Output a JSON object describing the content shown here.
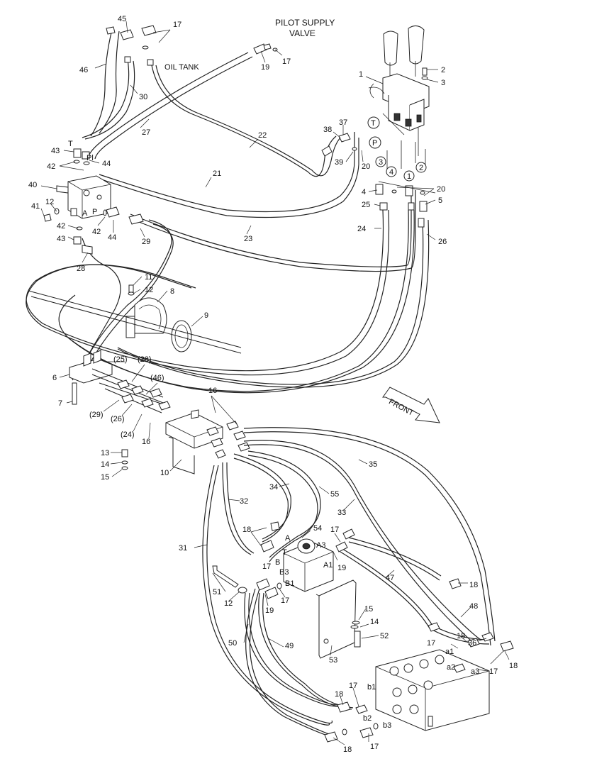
{
  "title": {
    "line1": "PILOT SUPPLY",
    "line2": "VALVE"
  },
  "oil_tank": "OIL TANK",
  "front": "FRONT",
  "callouts": [
    {
      "id": "c45",
      "text": "45"
    },
    {
      "id": "c17a",
      "text": "17"
    },
    {
      "id": "c46",
      "text": "46"
    },
    {
      "id": "c30",
      "text": "30"
    },
    {
      "id": "c19a",
      "text": "19"
    },
    {
      "id": "c17b",
      "text": "17"
    },
    {
      "id": "c1",
      "text": "1"
    },
    {
      "id": "c2",
      "text": "2"
    },
    {
      "id": "c3",
      "text": "3"
    },
    {
      "id": "c27",
      "text": "27"
    },
    {
      "id": "c22",
      "text": "22"
    },
    {
      "id": "c37",
      "text": "37"
    },
    {
      "id": "c38",
      "text": "38"
    },
    {
      "id": "c39",
      "text": "39"
    },
    {
      "id": "c20a",
      "text": "20"
    },
    {
      "id": "c43a",
      "text": "43"
    },
    {
      "id": "c42a",
      "text": "42"
    },
    {
      "id": "c44a",
      "text": "44"
    },
    {
      "id": "c21",
      "text": "21"
    },
    {
      "id": "c40",
      "text": "40"
    },
    {
      "id": "c41",
      "text": "41"
    },
    {
      "id": "c12a",
      "text": "12"
    },
    {
      "id": "c42b",
      "text": "42"
    },
    {
      "id": "c43b",
      "text": "43"
    },
    {
      "id": "c42c",
      "text": "42"
    },
    {
      "id": "c44b",
      "text": "44"
    },
    {
      "id": "c29",
      "text": "29"
    },
    {
      "id": "c23",
      "text": "23"
    },
    {
      "id": "c4",
      "text": "4"
    },
    {
      "id": "c20b",
      "text": "20"
    },
    {
      "id": "c5",
      "text": "5"
    },
    {
      "id": "c25",
      "text": "25"
    },
    {
      "id": "c24",
      "text": "24"
    },
    {
      "id": "c26",
      "text": "26"
    },
    {
      "id": "c28",
      "text": "28"
    },
    {
      "id": "c11",
      "text": "11"
    },
    {
      "id": "c12b",
      "text": "12"
    },
    {
      "id": "c8",
      "text": "8"
    },
    {
      "id": "c9",
      "text": "9"
    },
    {
      "id": "c25p",
      "text": "(25)"
    },
    {
      "id": "c28p",
      "text": "(28)"
    },
    {
      "id": "c46p",
      "text": "(46)"
    },
    {
      "id": "c6",
      "text": "6"
    },
    {
      "id": "c7",
      "text": "7"
    },
    {
      "id": "c29p",
      "text": "(29)"
    },
    {
      "id": "c26p",
      "text": "(26)"
    },
    {
      "id": "c24p",
      "text": "(24)"
    },
    {
      "id": "c16a",
      "text": "16"
    },
    {
      "id": "c16b",
      "text": "16"
    },
    {
      "id": "c13",
      "text": "13"
    },
    {
      "id": "c14a",
      "text": "14"
    },
    {
      "id": "c15a",
      "text": "15"
    },
    {
      "id": "c10",
      "text": "10"
    },
    {
      "id": "c35",
      "text": "35"
    },
    {
      "id": "c34",
      "text": "34"
    },
    {
      "id": "c55",
      "text": "55"
    },
    {
      "id": "c32",
      "text": "32"
    },
    {
      "id": "c33",
      "text": "33"
    },
    {
      "id": "c18a",
      "text": "18"
    },
    {
      "id": "c54",
      "text": "54"
    },
    {
      "id": "c17c",
      "text": "17"
    },
    {
      "id": "c31",
      "text": "31"
    },
    {
      "id": "c17d",
      "text": "17"
    },
    {
      "id": "c19b",
      "text": "19"
    },
    {
      "id": "c47",
      "text": "47"
    },
    {
      "id": "c18b",
      "text": "18"
    },
    {
      "id": "c51",
      "text": "51"
    },
    {
      "id": "c12c",
      "text": "12"
    },
    {
      "id": "c19c",
      "text": "19"
    },
    {
      "id": "c17e",
      "text": "17"
    },
    {
      "id": "c48",
      "text": "48"
    },
    {
      "id": "c15b",
      "text": "15"
    },
    {
      "id": "c14b",
      "text": "14"
    },
    {
      "id": "c52",
      "text": "52"
    },
    {
      "id": "c18c",
      "text": "18"
    },
    {
      "id": "c36",
      "text": "36"
    },
    {
      "id": "c17f",
      "text": "17"
    },
    {
      "id": "c50",
      "text": "50"
    },
    {
      "id": "c49",
      "text": "49"
    },
    {
      "id": "c53",
      "text": "53"
    },
    {
      "id": "c18d",
      "text": "18"
    },
    {
      "id": "c17g",
      "text": "17"
    },
    {
      "id": "c18e",
      "text": "18"
    },
    {
      "id": "c17h",
      "text": "17"
    },
    {
      "id": "c18f",
      "text": "18"
    },
    {
      "id": "c17i",
      "text": "17"
    }
  ],
  "port_labels": {
    "T1": "T",
    "Pl": "Pl",
    "A1": "A",
    "P1": "P",
    "T2": "T",
    "P2": "P",
    "A_valve": "A",
    "A3": "A3",
    "T3": "T",
    "B": "B",
    "A1v": "A1",
    "B3": "B3",
    "B1": "B1",
    "a1": "a1",
    "a2": "a2",
    "a3": "a3",
    "b1": "b1",
    "b2": "b2",
    "b3": "b3"
  },
  "circled": {
    "T": "T",
    "P": "P",
    "one": "1",
    "two": "2",
    "three": "3",
    "four": "4"
  }
}
